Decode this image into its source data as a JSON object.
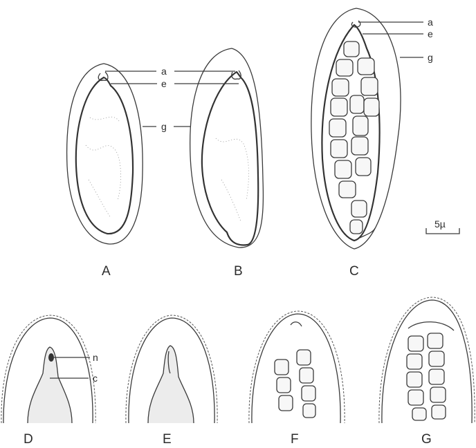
{
  "figure": {
    "panels": [
      "A",
      "B",
      "C",
      "D",
      "E",
      "F",
      "G"
    ],
    "callouts": {
      "a": "a",
      "e": "e",
      "g": "g",
      "n": "n",
      "c": "c"
    },
    "scale_bar": "5µ"
  }
}
